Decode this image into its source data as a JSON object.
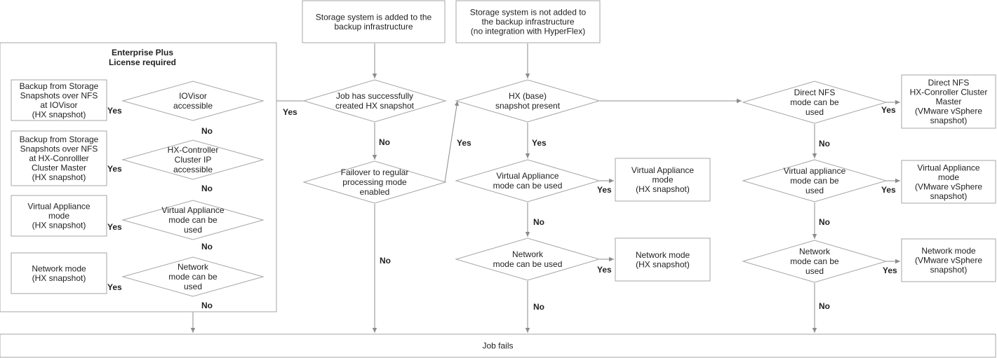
{
  "diagram": {
    "enterprise_title": [
      "Enterprise Plus",
      "License required"
    ],
    "nodes": {
      "storage_added": [
        "Storage system is added to the",
        "backup infrastructure"
      ],
      "storage_not_added": [
        "Storage system is not added to",
        "the backup infrastructure",
        "(no integration with HyperFlex)"
      ],
      "job_hx_snapshot": [
        "Job has successfully",
        "created HX snapshot"
      ],
      "failover": [
        "Failover to regular",
        "processing mode",
        "enabled"
      ],
      "iovisor": [
        "IOVisor",
        "accessible"
      ],
      "hx_controller_ip": [
        "HX-Controller",
        "Cluster IP",
        "accessible"
      ],
      "va_left": [
        "Virtual Appliance",
        "mode can be",
        "used"
      ],
      "net_left": [
        "Network",
        "mode can be",
        "used"
      ],
      "bfss_iovisor": [
        "Backup from Storage",
        "Snapshots over NFS",
        "at IOVisor",
        "(HX snapshot)"
      ],
      "bfss_hxc": [
        "Backup from Storage",
        "Snapshots over NFS",
        "at HX-Conrolller",
        "Cluster Master",
        "(HX snapshot)"
      ],
      "va_mode_left": [
        "Virtual Appliance",
        "mode",
        "(HX snapshot)"
      ],
      "net_mode_left": [
        "Network mode",
        "(HX snapshot)"
      ],
      "hx_base": [
        "HX (base)",
        "snapshot present"
      ],
      "va_mid": [
        "Virtual Appliance",
        "mode can be used"
      ],
      "net_mid": [
        "Network",
        "mode can be used"
      ],
      "va_mode_mid": [
        "Virtual Appliance",
        "mode",
        "(HX snapshot)"
      ],
      "net_mode_mid": [
        "Network mode",
        "(HX snapshot)"
      ],
      "direct_nfs": [
        "Direct NFS",
        "mode can be",
        "used"
      ],
      "va_right": [
        "Virtual appliance",
        "mode can be",
        "used"
      ],
      "net_right": [
        "Network",
        "mode can be",
        "used"
      ],
      "direct_nfs_mode": [
        "Direct NFS",
        "HX-Conroller Cluster",
        "Master",
        "(VMware vSphere",
        "snapshot)"
      ],
      "va_mode_right": [
        "Virtual Appliance",
        "mode",
        "(VMware vSphere",
        "snapshot)"
      ],
      "net_mode_right": [
        "Network mode",
        "(VMware vSphere",
        "snapshot)"
      ],
      "job_fails": [
        "Job fails"
      ]
    },
    "labels": {
      "yes": "Yes",
      "no": "No"
    }
  }
}
